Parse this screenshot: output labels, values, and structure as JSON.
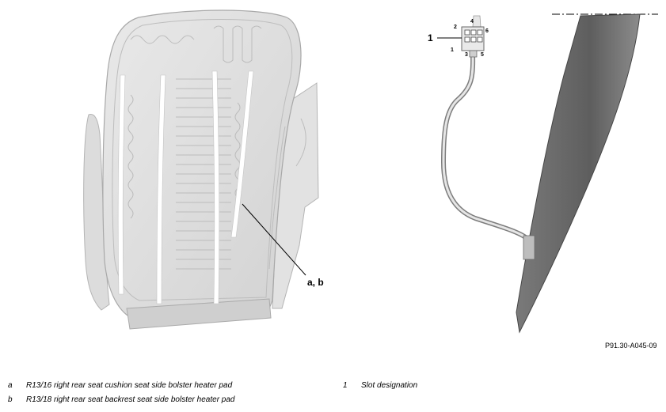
{
  "callouts": {
    "ab": "a, b",
    "one": "1"
  },
  "connector_pins": [
    "2",
    "4",
    "6",
    "1",
    "3",
    "5"
  ],
  "figure_ref": "P91.30-A045-09",
  "legend": [
    {
      "key": "a",
      "text": "R13/16 right rear seat cushion seat side bolster heater pad"
    },
    {
      "key": "b",
      "text": "R13/18 right rear seat backrest seat side bolster heater pad"
    },
    {
      "key": "1",
      "text": "Slot designation"
    }
  ]
}
